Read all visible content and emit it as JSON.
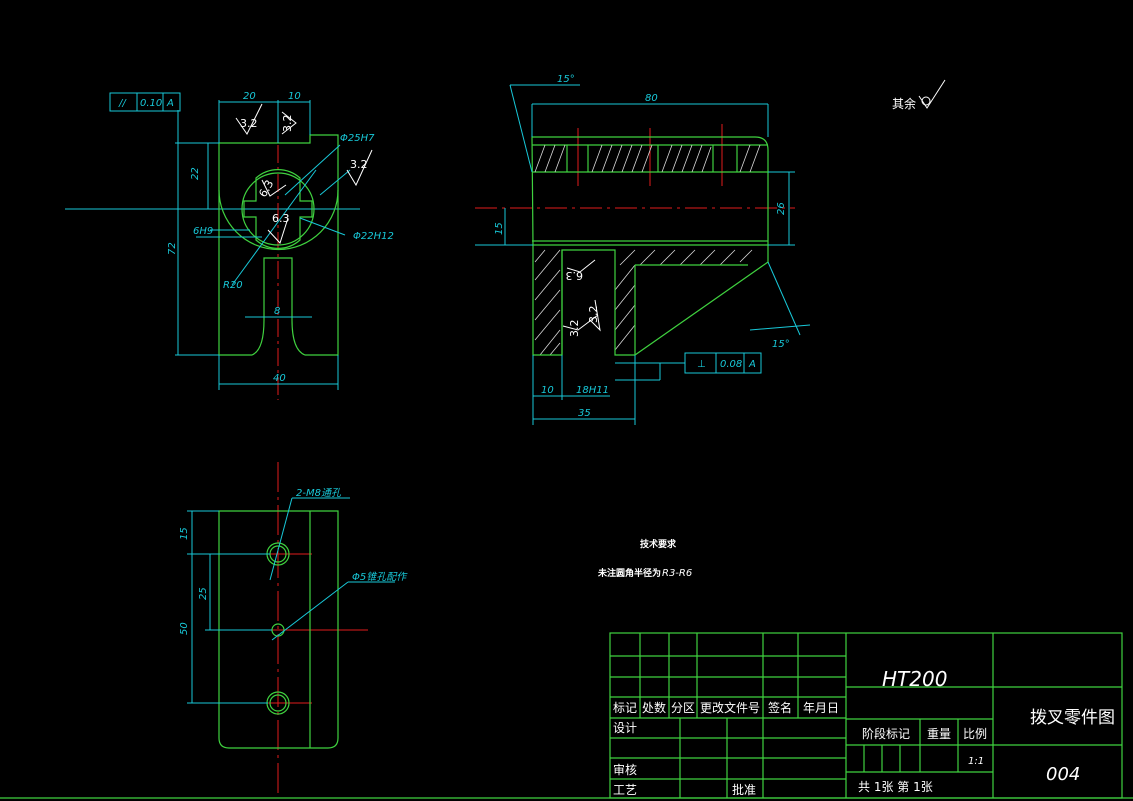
{
  "colors": {
    "outline": "#3fd13f",
    "dimension": "#18c8d8",
    "center": "#e01c1c",
    "text": "#ffffff",
    "background": "#000000"
  },
  "front_view": {
    "gdt_parallel": {
      "symbol": "//",
      "value": "0.10",
      "datum": "A"
    },
    "dims": {
      "top_a": "20",
      "top_b": "10",
      "d22": "22",
      "d72": "72",
      "d40": "40",
      "d8": "8",
      "slot": "6H9",
      "r20": "R20",
      "phi25": "Φ25H7",
      "phi22": "Φ22H12"
    },
    "roughness": {
      "r1": "3.2",
      "r2": "3.2",
      "r3": "3.2",
      "r4": "6.3",
      "r5": "6.3"
    }
  },
  "side_view": {
    "angle_top": "15°",
    "angle_bottom": "15°",
    "dims": {
      "d80": "80",
      "d26": "26",
      "d15": "15",
      "d10": "10",
      "d18": "18H11",
      "d35": "35"
    },
    "roughness": {
      "r1": "6.3",
      "r2": "3.2",
      "r3": "3.2"
    },
    "gdt_perp": {
      "symbol": "⊥",
      "value": "0.08",
      "datum": "A"
    }
  },
  "top_view": {
    "dims": {
      "d15": "15",
      "d25": "25",
      "d50": "50"
    },
    "hole_note_1": "2-M8通孔",
    "hole_note_2": "Φ5锥孔配作"
  },
  "other_roughness": "其余",
  "tech_req": {
    "title": "技术要求",
    "text": "未注圆角半径为",
    "value": "R3-R6"
  },
  "title_block": {
    "material": "HT200",
    "part_name": "拨叉零件图",
    "drawing_no": "004",
    "h_biaoji": "标记",
    "h_chushu": "处数",
    "h_fenqu": "分区",
    "h_file": "更改文件号",
    "h_sign": "签名",
    "h_date": "年月日",
    "design": "设计",
    "review": "审核",
    "process": "工艺",
    "approve": "批准",
    "stage": "阶段标记",
    "weight": "重量",
    "scale_label": "比例",
    "scale": "1:1",
    "sheets": "共 1张 第 1张"
  }
}
